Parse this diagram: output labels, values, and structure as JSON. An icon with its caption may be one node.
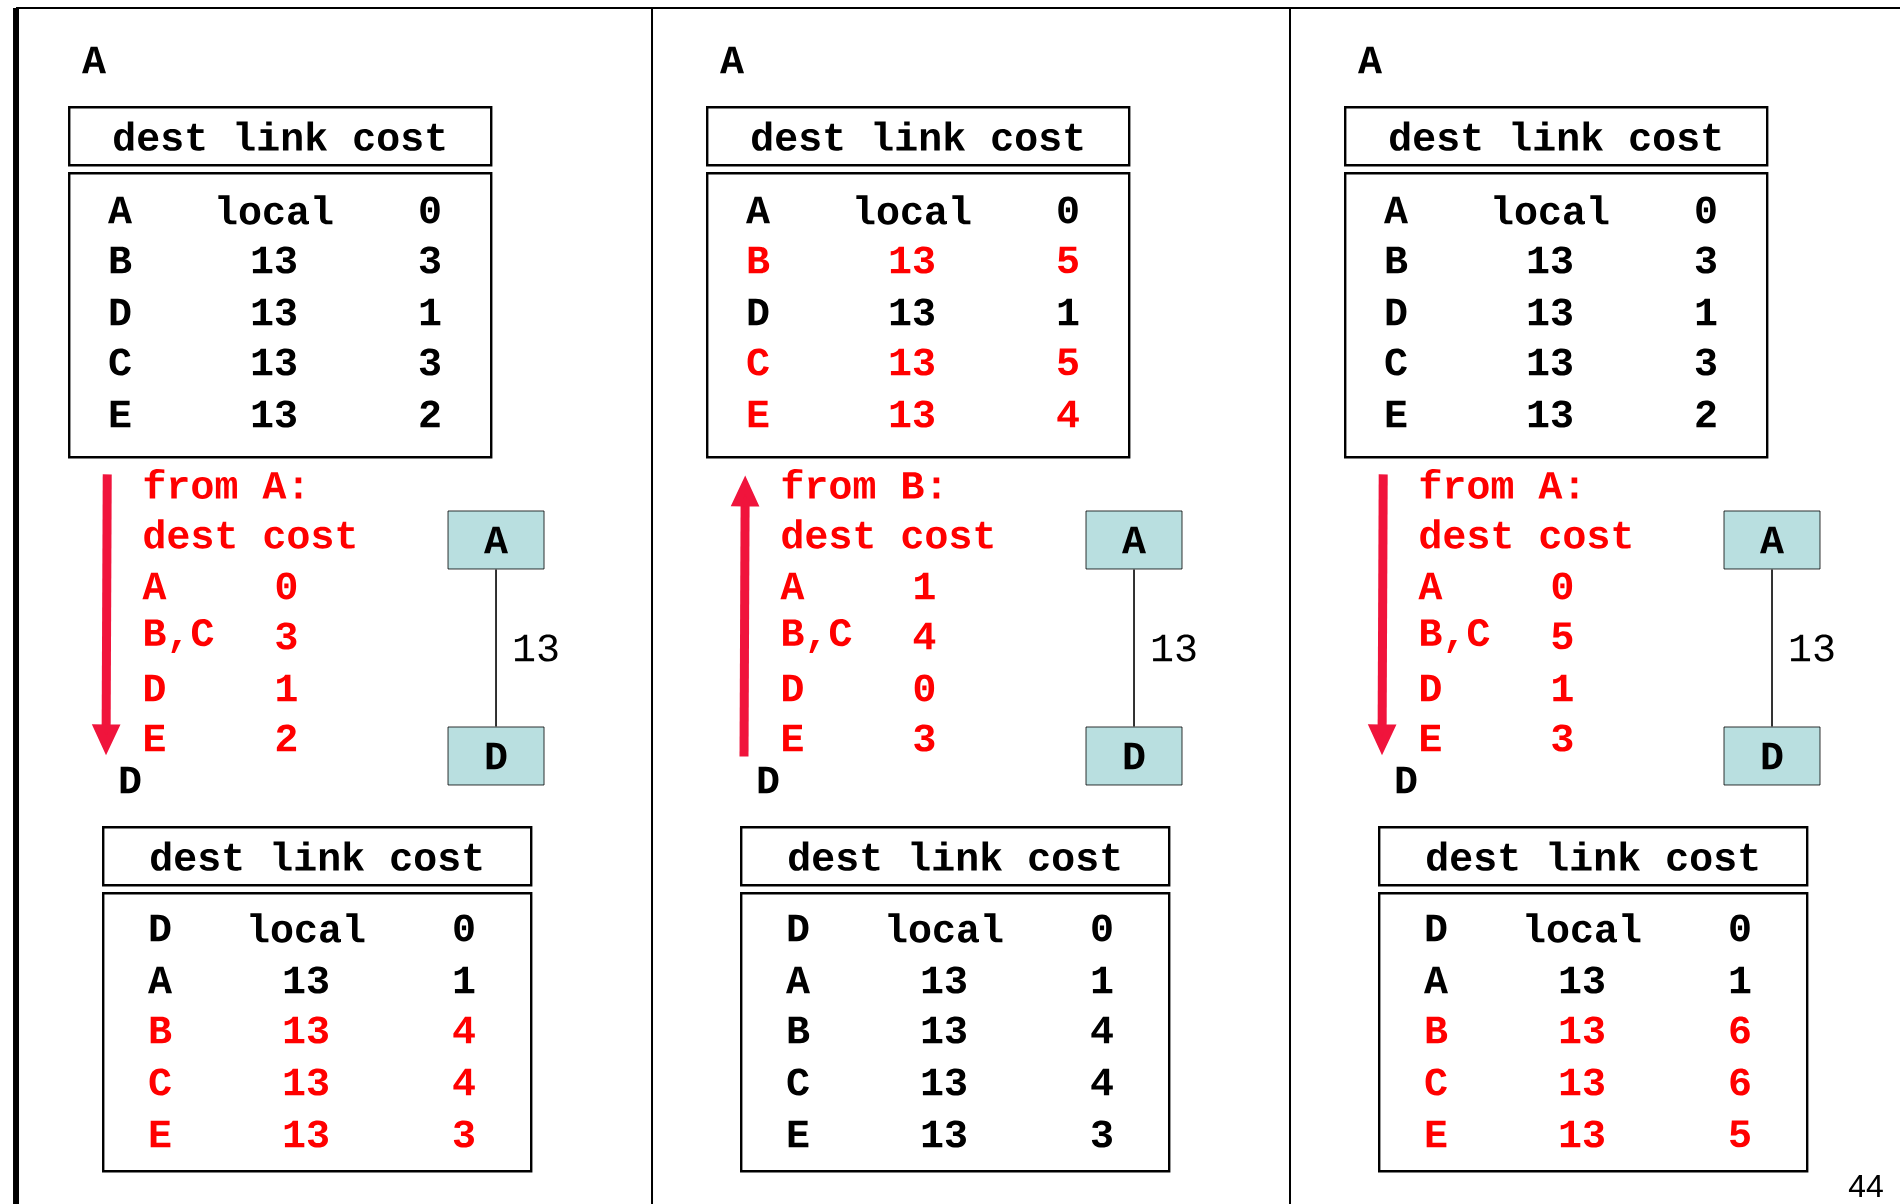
{
  "diagram": {
    "nodes": [
      {
        "text": [
          "dest link cost"
        ],
        "beside": [
          "A"
        ]
      },
      {
        "text": [
          "A",
          "local",
          "0",
          "B",
          "13",
          "3",
          "D",
          "13",
          "1",
          "C",
          "13",
          "3",
          "E",
          "13",
          "2"
        ]
      },
      {
        "text": [
          "D"
        ]
      },
      {
        "text": [
          "dest link cost"
        ]
      },
      {
        "text": [
          "D",
          "local",
          "0",
          "A",
          "13",
          "1",
          "B",
          "13",
          "4",
          "C",
          "13",
          "4",
          "E",
          "13",
          "3"
        ]
      },
      {
        "text": [
          "A"
        ]
      },
      {
        "text": [
          "D"
        ]
      },
      {
        "text": [
          "dest link cost"
        ],
        "beside": [
          "A"
        ]
      },
      {
        "text": [
          "A",
          "local",
          "0",
          "B",
          "13",
          "5",
          "D",
          "13",
          "1",
          "C",
          "13",
          "5",
          "E",
          "13",
          "4"
        ]
      },
      {
        "text": [
          "D"
        ]
      },
      {
        "text": [
          "dest link cost"
        ]
      },
      {
        "text": [
          "D",
          "local",
          "0",
          "A",
          "13",
          "1",
          "B",
          "13",
          "4",
          "C",
          "13",
          "4",
          "E",
          "13",
          "3"
        ]
      },
      {
        "text": [
          "A"
        ]
      },
      {
        "text": [
          "D"
        ]
      },
      {
        "text": [
          "dest link cost"
        ],
        "beside": [
          "A"
        ]
      },
      {
        "text": [
          "A",
          "local",
          "0",
          "B",
          "13",
          "3",
          "D",
          "13",
          "1",
          "C",
          "13",
          "3",
          "E",
          "13",
          "2"
        ]
      },
      {
        "text": [
          "D"
        ]
      },
      {
        "text": [
          "dest link cost"
        ]
      },
      {
        "text": [
          "D",
          "local",
          "0",
          "A",
          "13",
          "1",
          "B",
          "13",
          "6",
          "C",
          "13",
          "6",
          "E",
          "13",
          "5"
        ]
      },
      {
        "text": [
          "A"
        ]
      },
      {
        "text": [
          "D"
        ]
      }
    ],
    "edges": [
      {
        "from": 1,
        "to": 2,
        "arrow": "to",
        "style": "thick",
        "color": "#f0143c"
      },
      {
        "from": 5,
        "to": 6,
        "arrow": "none",
        "label": "13",
        "color": "#000000"
      },
      {
        "from": 9,
        "to": 8,
        "arrow": "to",
        "style": "thick",
        "color": "#f0143c"
      },
      {
        "from": 12,
        "to": 13,
        "arrow": "none",
        "label": "13",
        "color": "#000000"
      },
      {
        "from": 15,
        "to": 16,
        "arrow": "to",
        "style": "thick",
        "color": "#f0143c"
      },
      {
        "from": 19,
        "to": 20,
        "arrow": "none",
        "label": "13",
        "color": "#000000"
      }
    ],
    "labels": [
      "from A:",
      "dest cost",
      "A",
      "0",
      "B,C",
      "3",
      "D",
      "1",
      "E",
      "2",
      "from B:",
      "dest cost",
      "A",
      "1",
      "B,C",
      "4",
      "D",
      "0",
      "E",
      "3",
      "from A:",
      "dest cost",
      "A",
      "0",
      "B,C",
      "5",
      "D",
      "1",
      "E",
      "3",
      "44"
    ]
  }
}
